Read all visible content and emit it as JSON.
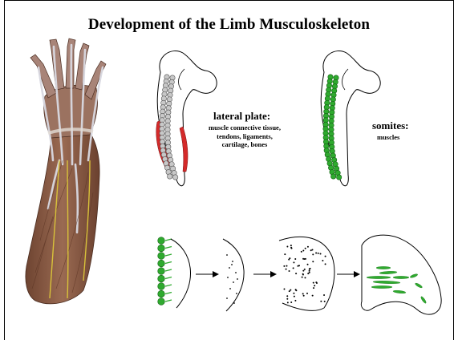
{
  "title": "Development of the Limb Musculoskeleton",
  "lateral_plate": {
    "heading": "lateral plate:",
    "lines": [
      "muscle connective tissue,",
      "tendons, ligaments,",
      "cartilage, bones"
    ]
  },
  "somites": {
    "heading": "somites:",
    "lines": [
      "muscles"
    ]
  },
  "colors": {
    "lateral_plate_red": "#d42a2a",
    "somite_green": "#2faa2f",
    "somite_gray": "#c8c8c8",
    "muscle_tissue": "#8a5a44",
    "tendon_silver": "#cfcfd6",
    "nerve_yellow": "#d8c23a"
  },
  "icons": [
    "arm-anatomy-illustration",
    "embryo-outline",
    "limb-bud-outline",
    "arrow-right-icon"
  ]
}
